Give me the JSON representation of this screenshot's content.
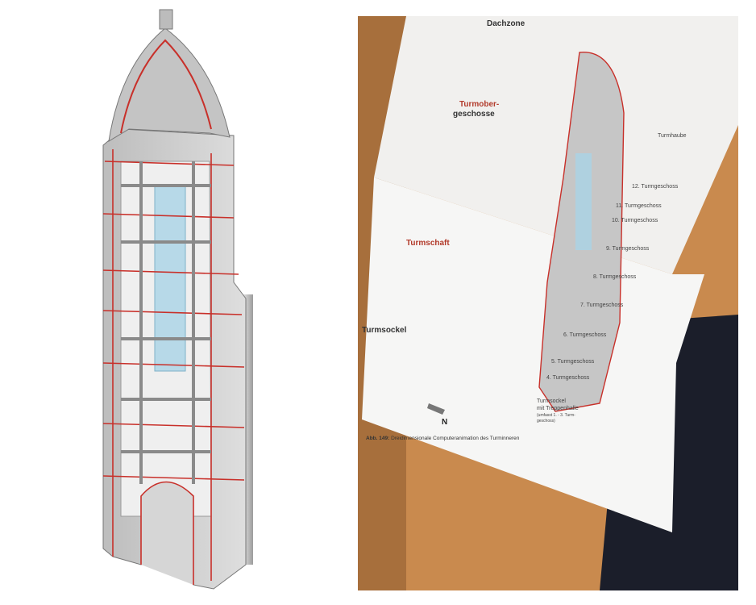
{
  "zones": {
    "roof": "Dachzone",
    "upper_red": "Turmober-",
    "upper_dark": "geschosse",
    "shaft": "Turmschaft",
    "base": "Turmsockel"
  },
  "floors": {
    "cap": "Turmhaube",
    "f12": "12. Turmgeschoss",
    "f11": "11. Turmgeschoss",
    "f10": "10. Turmgeschoss",
    "f9": "9. Turmgeschoss",
    "f8": "8. Turmgeschoss",
    "f7": "7. Turmgeschoss",
    "f6": "6. Turmgeschoss",
    "f5": "5. Turmgeschoss",
    "f4": "4. Turmgeschoss",
    "base1": "Turmsockel",
    "base2": "mit Treppenhalle",
    "base3": "(umfasst 1. - 3. Turm-",
    "base4": "geschoss)"
  },
  "north": "N",
  "caption": {
    "prefix": "Abb. 149:",
    "text": "Dreidimensionale Computeranimation des Turminneren"
  },
  "colors": {
    "section_red": "#c8302a",
    "stone_grey": "#c9c9c9",
    "glass_blue": "#a9d3e6",
    "floor_wood": "#c98a4e",
    "book_cover": "#1b1e2a"
  }
}
